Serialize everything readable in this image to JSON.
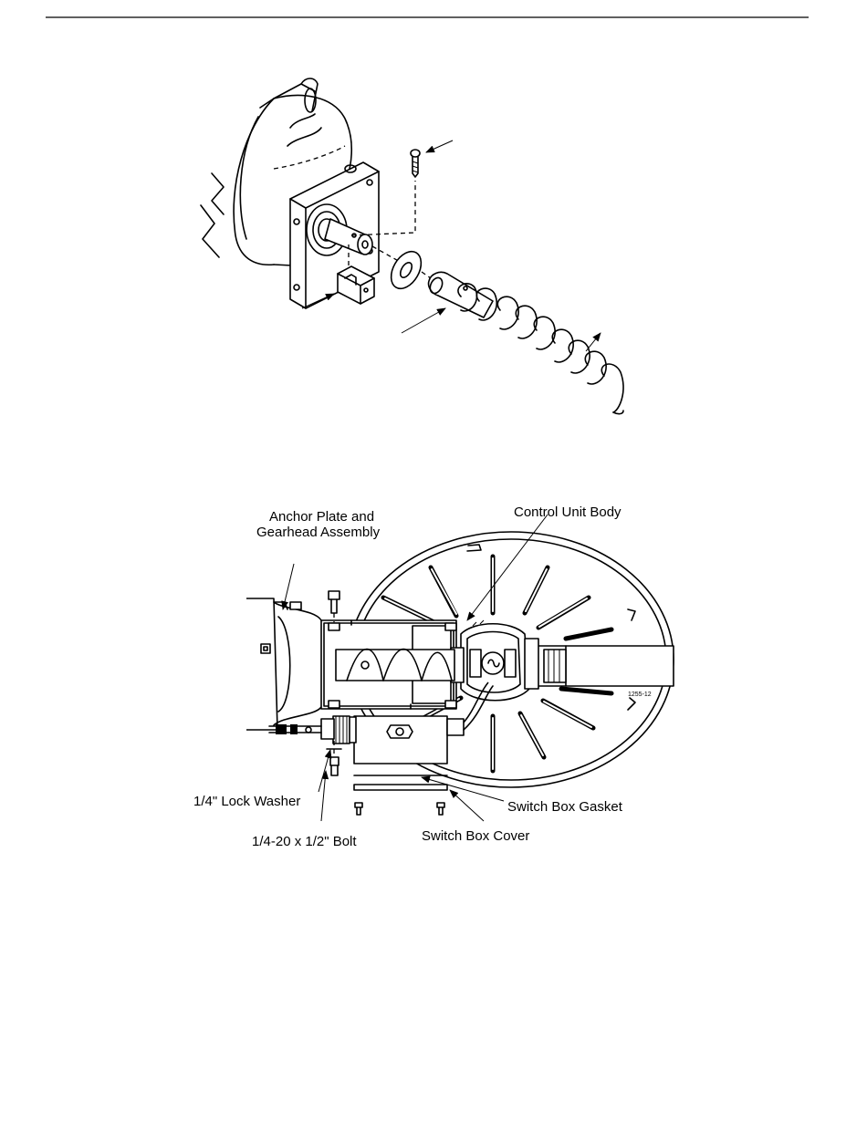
{
  "labels": {
    "anchor_line1": "Anchor Plate and",
    "anchor_line2": "Gearhead Assembly",
    "control_unit_body": "Control Unit Body",
    "switch_box_gasket": "Switch Box Gasket",
    "lock_washer": "1/4\" Lock Washer",
    "switch_box_cover": "Switch Box Cover",
    "bolt": "1/4-20 x 1/2\" Bolt",
    "figure_code": "1255-12"
  }
}
